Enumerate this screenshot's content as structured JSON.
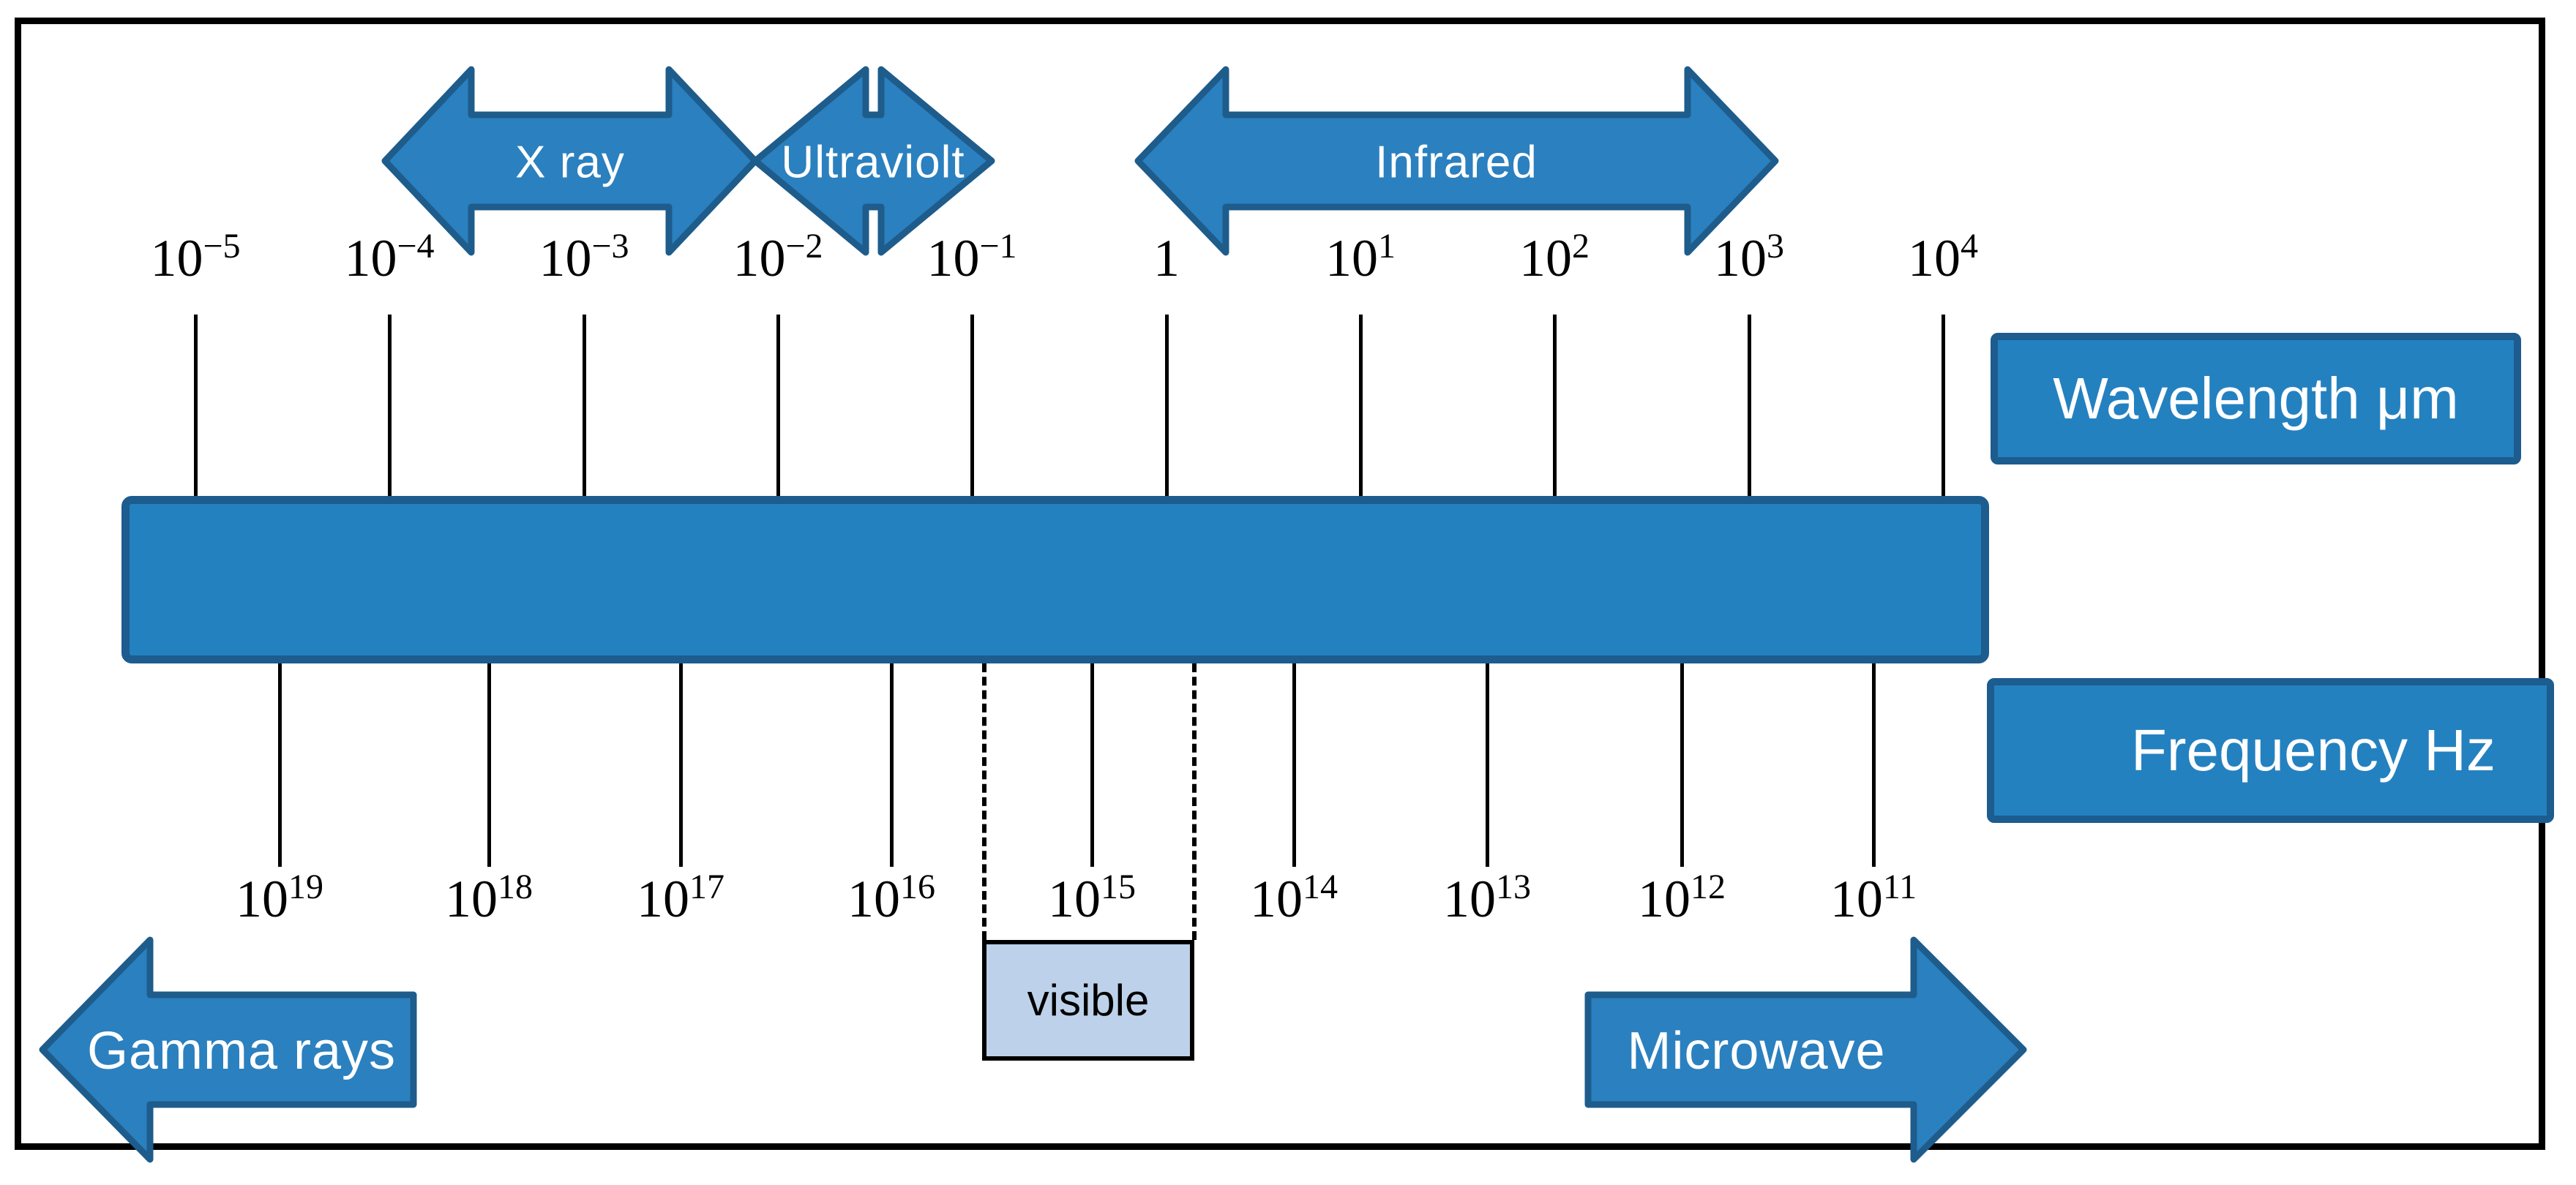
{
  "top_axis": {
    "unit_label": "Wavelength μm",
    "tick_labels": [
      {
        "base": "10",
        "exp": "−5"
      },
      {
        "base": "10",
        "exp": "−4"
      },
      {
        "base": "10",
        "exp": "−3"
      },
      {
        "base": "10",
        "exp": "−2"
      },
      {
        "base": "10",
        "exp": "−1"
      },
      {
        "base": "1",
        "exp": ""
      },
      {
        "base": "10",
        "exp": "1"
      },
      {
        "base": "10",
        "exp": "2"
      },
      {
        "base": "10",
        "exp": "3"
      },
      {
        "base": "10",
        "exp": "4"
      }
    ]
  },
  "bottom_axis": {
    "unit_label": "Frequency Hz",
    "tick_labels": [
      {
        "base": "10",
        "exp": "19"
      },
      {
        "base": "10",
        "exp": "18"
      },
      {
        "base": "10",
        "exp": "17"
      },
      {
        "base": "10",
        "exp": "16"
      },
      {
        "base": "10",
        "exp": "15"
      },
      {
        "base": "10",
        "exp": "14"
      },
      {
        "base": "10",
        "exp": "13"
      },
      {
        "base": "10",
        "exp": "12"
      },
      {
        "base": "10",
        "exp": "11"
      }
    ]
  },
  "bands": {
    "xray": "X ray",
    "ultraviolet": "Ultraviolt",
    "infrared": "Infrared",
    "gamma": "Gamma rays",
    "microwave": "Microwave",
    "visible": "visible"
  },
  "colors": {
    "band_fill": "#2b80bf",
    "band_stroke": "#1e5c8c",
    "bar_fill": "#2481c0",
    "bar_border": "#1d5c8e",
    "visible_fill": "#bdd2ea",
    "line_color": "#000000",
    "label_text": "#ffffff"
  }
}
